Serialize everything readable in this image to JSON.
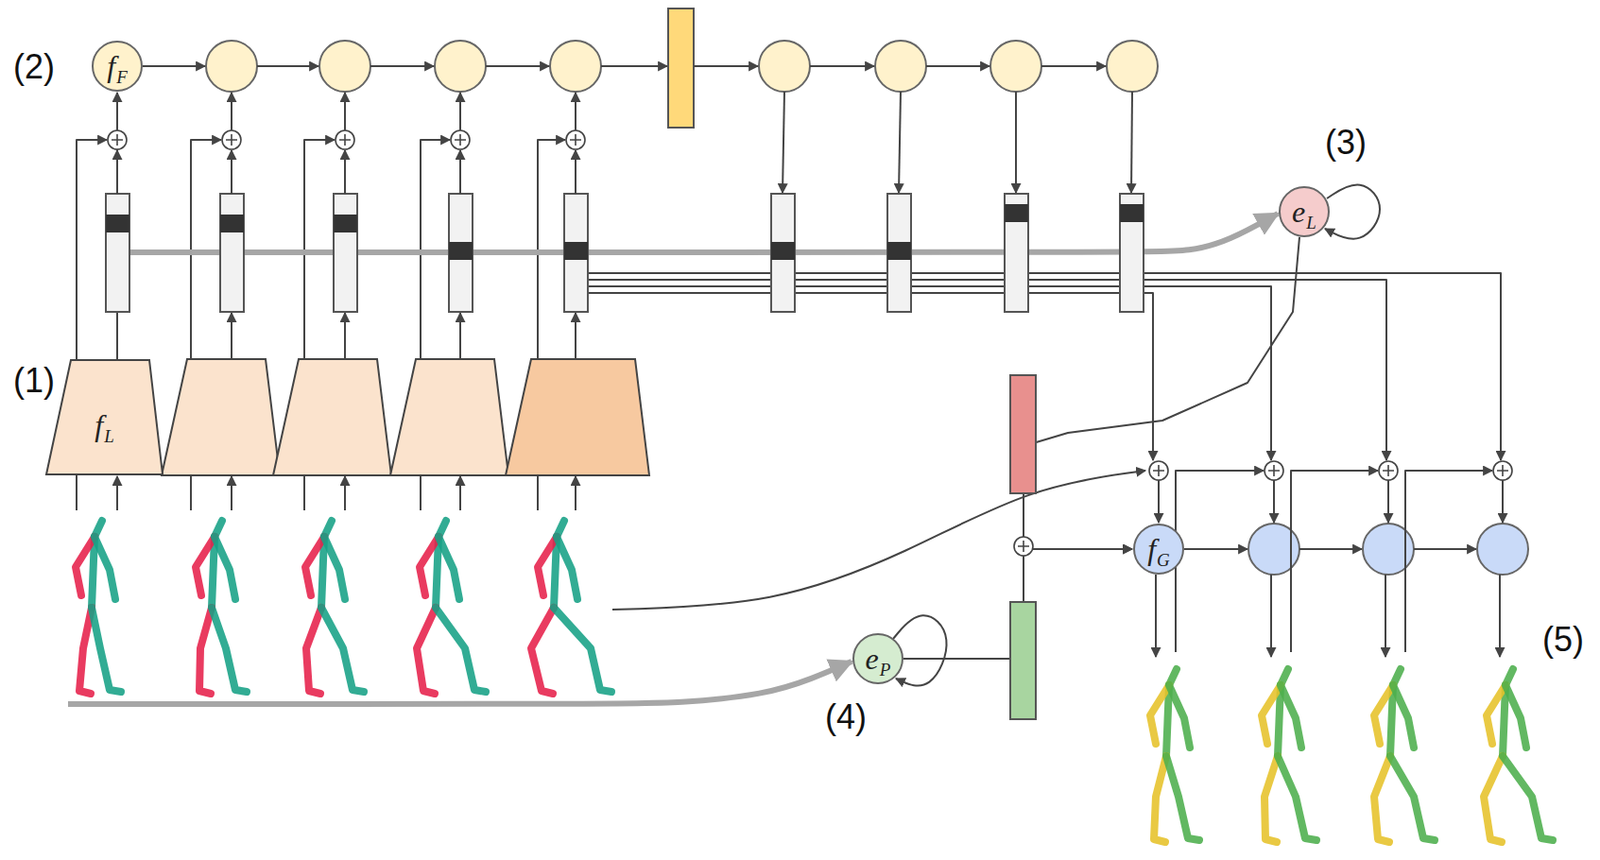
{
  "diagram": {
    "nodes": [
      {
        "text": [
          "f",
          "F"
        ]
      },
      {
        "text": [
          "f",
          "L"
        ]
      },
      {
        "text": [
          "e",
          "L"
        ]
      },
      {
        "text": [
          "e",
          "P"
        ]
      },
      {
        "text": [
          "f",
          "G"
        ]
      }
    ],
    "edges": [
      {
        "from": 1,
        "to": 0,
        "arrow": "to"
      },
      {
        "from": 2,
        "to": 4,
        "arrow": "to"
      },
      {
        "from": 3,
        "to": 4,
        "arrow": "to"
      }
    ],
    "labels": [
      "(1)",
      "(2)",
      "(3)",
      "(4)",
      "(5)"
    ]
  }
}
